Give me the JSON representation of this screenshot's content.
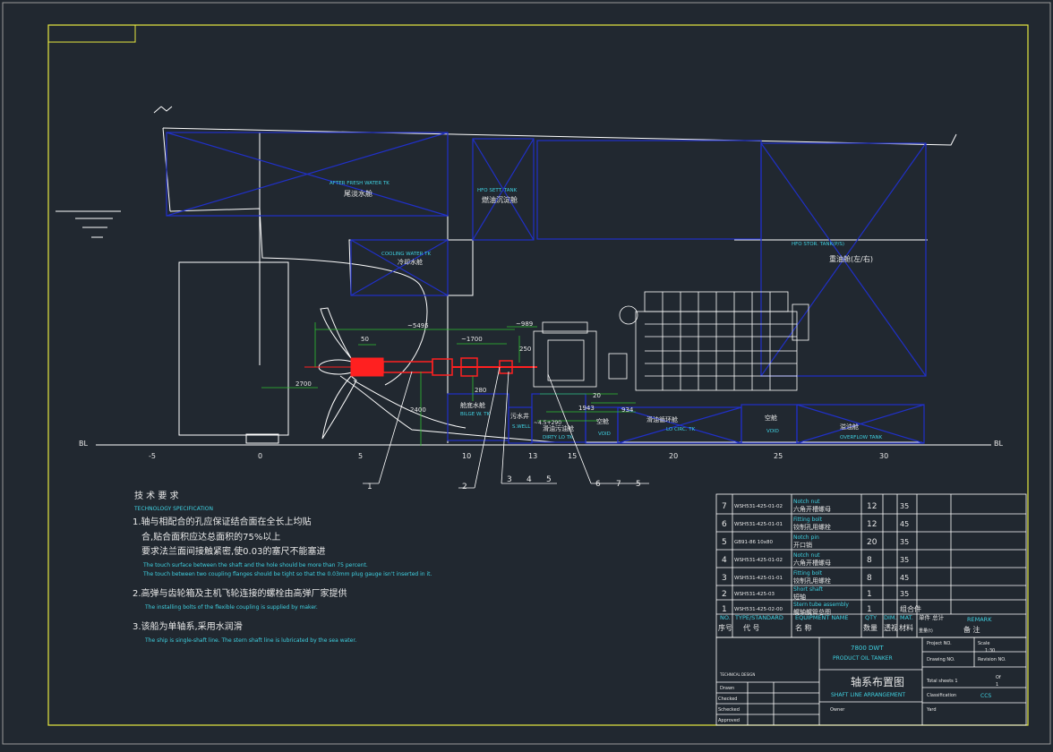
{
  "colors": {
    "background": "#212830",
    "frame": "#e8e840",
    "hull": "#ffffff",
    "tank": "#2030c8",
    "dimension": "#30c030",
    "shaft": "#ff2020",
    "text_cyan": "#3fd0e0",
    "text_white": "#e8e8e8",
    "text_magenta": "#e060e0"
  },
  "tanks": {
    "after_fresh_water_en": "AFTER FRESH WATER TK",
    "after_fresh_water_cn": "尾淡水舱",
    "hfo_sett_en": "HFO SETT. TANK",
    "hfo_sett_cn": "燃油沉淀舱",
    "cooling_water_en": "COOLING WATER TK",
    "cooling_water_cn": "冷却水舱",
    "hfo_stor_en": "HFO STOR. TANK(P/S)",
    "hfo_stor_cn": "重油舱(左/右)",
    "bilge_cn": "舱底水舱",
    "bilge_en": "BILGE W. TK",
    "sewage_cn": "污水井",
    "sewage_en": "S.WELL",
    "dirty_lo_cn": "滑油污油舱",
    "dirty_lo_en": "DIRTY LO TK",
    "void1_cn": "空舱",
    "void1_en": "VOID",
    "lo_circ_cn": "滑油循环舱",
    "lo_circ_en": "LO CIRC. TK",
    "void2_cn": "空舱",
    "void2_en": "VOID",
    "overflow_cn": "溢油舱",
    "overflow_en": "OVERFLOW TANK"
  },
  "dims": {
    "d5495": "~5495",
    "d50": "50",
    "d1700": "~1700",
    "d989": "~989",
    "d250": "250",
    "d2700": "2700",
    "d280": "280",
    "d2400": "2400",
    "d20": "20",
    "d1943": "1943",
    "d934": "934",
    "d290": "~4.5+290"
  },
  "frame_labels": [
    "-5",
    "0",
    "5",
    "10",
    "13",
    "15",
    "20",
    "25",
    "30"
  ],
  "bl_left": "BL",
  "bl_right": "BL",
  "callouts": [
    "1",
    "2",
    "3",
    "4",
    "5",
    "6",
    "7",
    "5"
  ],
  "notes": {
    "title_cn": "技 术 要 求",
    "title_en": "TECHNOLOGY SPECIFICATION",
    "n1_cn": "1.轴与相配合的孔应保证结合面在全长上均贴",
    "n1_cn2": "合,贴合面积应达总面积的75%以上",
    "n1_cn3": "要求法兰面间接触紧密,使0.03的塞尺不能塞进",
    "n1_en": "The touch surface between the shaft and the hole should be more than 75 percent.",
    "n1_en2": "The touch between two coupling flanges should be tight so that the 0.03mm plug gauge isn't inserted in it.",
    "n2_cn": "2.高弹与齿轮箱及主机飞轮连接的螺栓由高弹厂家提供",
    "n2_en": "The installing bolts of the flexible coupling is supplied by maker.",
    "n3_cn": "3.该船为单轴系,采用水润滑",
    "n3_en": "The ship is single-shaft line. The stern shaft line is lubricated by the sea water."
  },
  "bom": {
    "rows": [
      {
        "no": "7",
        "code": "WSH531-425-01-02",
        "name_en": "Notch nut",
        "name_cn": "六角开槽螺母",
        "qty": "12",
        "mat": "35"
      },
      {
        "no": "6",
        "code": "WSH531-425-01-01",
        "name_en": "Fitting bolt",
        "name_cn": "铰制孔用螺栓",
        "qty": "12",
        "mat": "45"
      },
      {
        "no": "5",
        "code": "GB91-86 10x80",
        "name_en": "Notch pin",
        "name_cn": "开口销",
        "qty": "20",
        "mat": "35"
      },
      {
        "no": "4",
        "code": "WSH531-425-01-02",
        "name_en": "Notch nut",
        "name_cn": "六角开槽螺母",
        "qty": "8",
        "mat": "35"
      },
      {
        "no": "3",
        "code": "WSH531-425-01-01",
        "name_en": "Fitting bolt",
        "name_cn": "铰制孔用螺栓",
        "qty": "8",
        "mat": "45"
      },
      {
        "no": "2",
        "code": "WSH531-425-03",
        "name_en": "Short shaft",
        "name_cn": "短轴",
        "qty": "1",
        "mat": "35"
      },
      {
        "no": "1",
        "code": "WSH531-425-02-00",
        "name_en": "Stern tube assembly",
        "name_cn": "艉轴艉管总图",
        "qty": "1",
        "mat": "组合件"
      }
    ],
    "header": {
      "no_en": "NO.",
      "no_cn": "序号",
      "type_en": "TYPE/STANDARD",
      "type_cn": "代  号",
      "equip_en": "EQUIPMENT NAME",
      "equip_cn": "名    称",
      "qty_en": "QTY",
      "qty_cn": "数量",
      "dim_en": "DIM.",
      "dim_cn": "透视",
      "mat_en": "MAT.",
      "mat_cn": "材料",
      "weight_cn": "单件 总计",
      "weight_en": "重量(t)",
      "remark_en": "REMARK",
      "remark_cn": "备  注"
    }
  },
  "title_block": {
    "dwt": "7800 DWT",
    "ship": "PRODUCT OIL TANKER",
    "title_cn": "轴系布置图",
    "title_en": "SHAFT LINE ARRANGEMENT",
    "project": "Project NO.",
    "scale": "Scale",
    "scale_val": "1:30",
    "drawing": "Drawing NO.",
    "revision": "Revision NO.",
    "total": "Total sheets 1",
    "sheet": "Of",
    "sheet_no": "1",
    "classification": "Classification",
    "class_val": "CCS",
    "yard": "Yard",
    "tech": "TECHNICAL DESIGN",
    "drawn": "Drawn",
    "checked": "Checked",
    "schecked": "Schecked",
    "approved": "Approved",
    "owner": "Owner"
  }
}
